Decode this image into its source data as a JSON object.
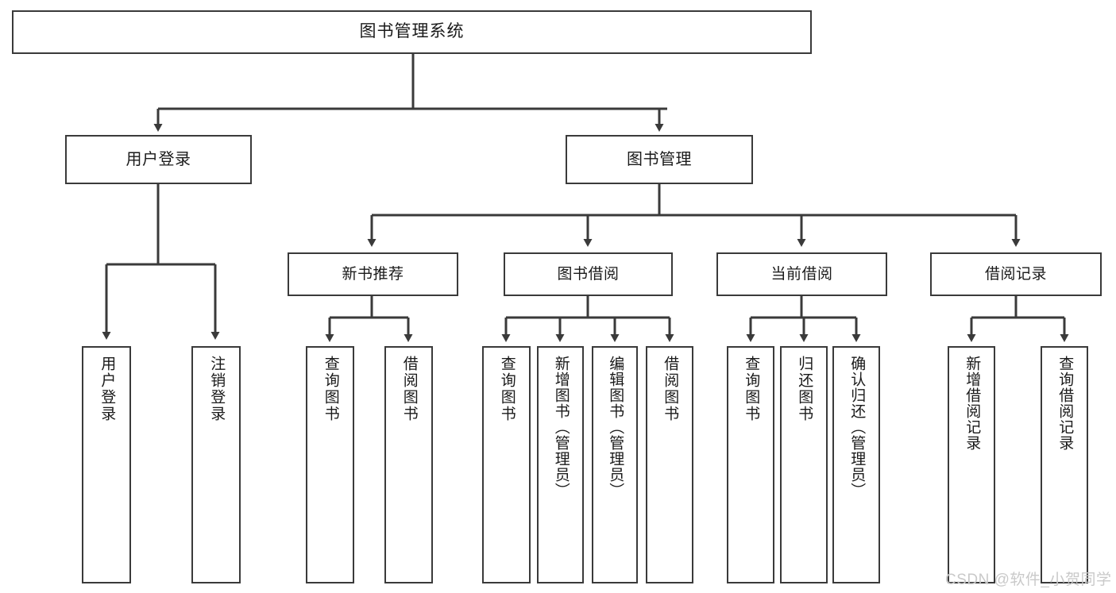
{
  "diagram": {
    "title": "图书管理系统",
    "type": "hierarchy-tree",
    "watermark": "CSDN @软件_小贺同学",
    "colors": {
      "stroke": "#3a3a3a",
      "fill": "#ffffff",
      "text": "#1a1a1a",
      "watermark": "#c9c9c9"
    },
    "root": {
      "label": "图书管理系统"
    },
    "level2": [
      {
        "label": "用户登录"
      },
      {
        "label": "图书管理"
      }
    ],
    "level3": [
      {
        "label": "新书推荐"
      },
      {
        "label": "图书借阅"
      },
      {
        "label": "当前借阅"
      },
      {
        "label": "借阅记录"
      }
    ],
    "leaves": {
      "user_login": [
        {
          "label": "用户登录"
        },
        {
          "label": "注销登录"
        }
      ],
      "new_book_recommend": [
        {
          "label": "查询图书"
        },
        {
          "label": "借阅图书"
        }
      ],
      "book_borrow": [
        {
          "label": "查询图书"
        },
        {
          "label": "新增图书（管理员）"
        },
        {
          "label": "编辑图书（管理员）"
        },
        {
          "label": "借阅图书"
        }
      ],
      "current_borrow": [
        {
          "label": "查询图书"
        },
        {
          "label": "归还图书"
        },
        {
          "label": "确认归还（管理员）"
        }
      ],
      "borrow_record": [
        {
          "label": "新增借阅记录"
        },
        {
          "label": "查询借阅记录"
        }
      ]
    }
  }
}
